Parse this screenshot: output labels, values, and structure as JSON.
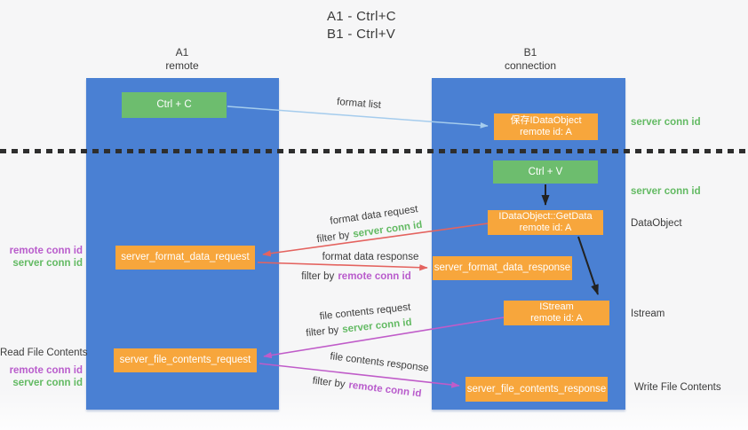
{
  "title": {
    "line1": "A1 - Ctrl+C",
    "line2": "B1 - Ctrl+V"
  },
  "lanes": {
    "left": {
      "title": "A1",
      "subtitle": "remote"
    },
    "right": {
      "title": "B1",
      "subtitle": "connection"
    }
  },
  "nodes": {
    "ctrl_c": {
      "label": "Ctrl + C"
    },
    "save_idataobject": {
      "line1": "保存IDataObject",
      "line2": "remote id: A"
    },
    "ctrl_v": {
      "label": "Ctrl + V"
    },
    "getdata": {
      "line1": "IDataObject::GetData",
      "line2": "remote id: A"
    },
    "format_request": {
      "label": "server_format_data_request"
    },
    "format_response": {
      "label": "server_format_data_response"
    },
    "istream": {
      "line1": "IStream",
      "line2": "remote id: A"
    },
    "file_request": {
      "label": "server_file_contents_request"
    },
    "file_response": {
      "label": "server_file_contents_response"
    }
  },
  "edge_labels": {
    "format_list": "format list",
    "format_data_request": "format data request",
    "format_data_request_filter_prefix": "filter by",
    "format_data_request_filter_key": "server conn id",
    "format_data_response": "format data response",
    "format_data_response_filter_prefix": "filter by",
    "format_data_response_filter_key": "remote conn id",
    "file_contents_request": "file contents request",
    "file_contents_request_filter_prefix": "filter by",
    "file_contents_request_filter_key": "server conn id",
    "file_contents_response": "file contents response",
    "file_contents_response_filter_prefix": "filter by",
    "file_contents_response_filter_key": "remote conn id"
  },
  "side_labels": {
    "left_format_line1": "remote conn id",
    "left_format_line2": "server conn id",
    "left_file_title": "Read File Contents",
    "left_file_line1": "remote conn id",
    "left_file_line2": "server conn id",
    "right_top": "server conn id",
    "right_mid": "server conn id",
    "right_dataobject": "DataObject",
    "right_istream": "Istream",
    "right_write": "Write File Contents"
  },
  "colors": {
    "lane_blue": "#4a80d3",
    "node_green": "#6dbd6e",
    "node_orange": "#f7a63c",
    "conn_green": "#63ba63",
    "conn_purple": "#b95ccc",
    "arrow_blue": "#a5cced",
    "arrow_red": "#e4635f",
    "arrow_magenta": "#c05cc9",
    "arrow_black": "#222222"
  }
}
